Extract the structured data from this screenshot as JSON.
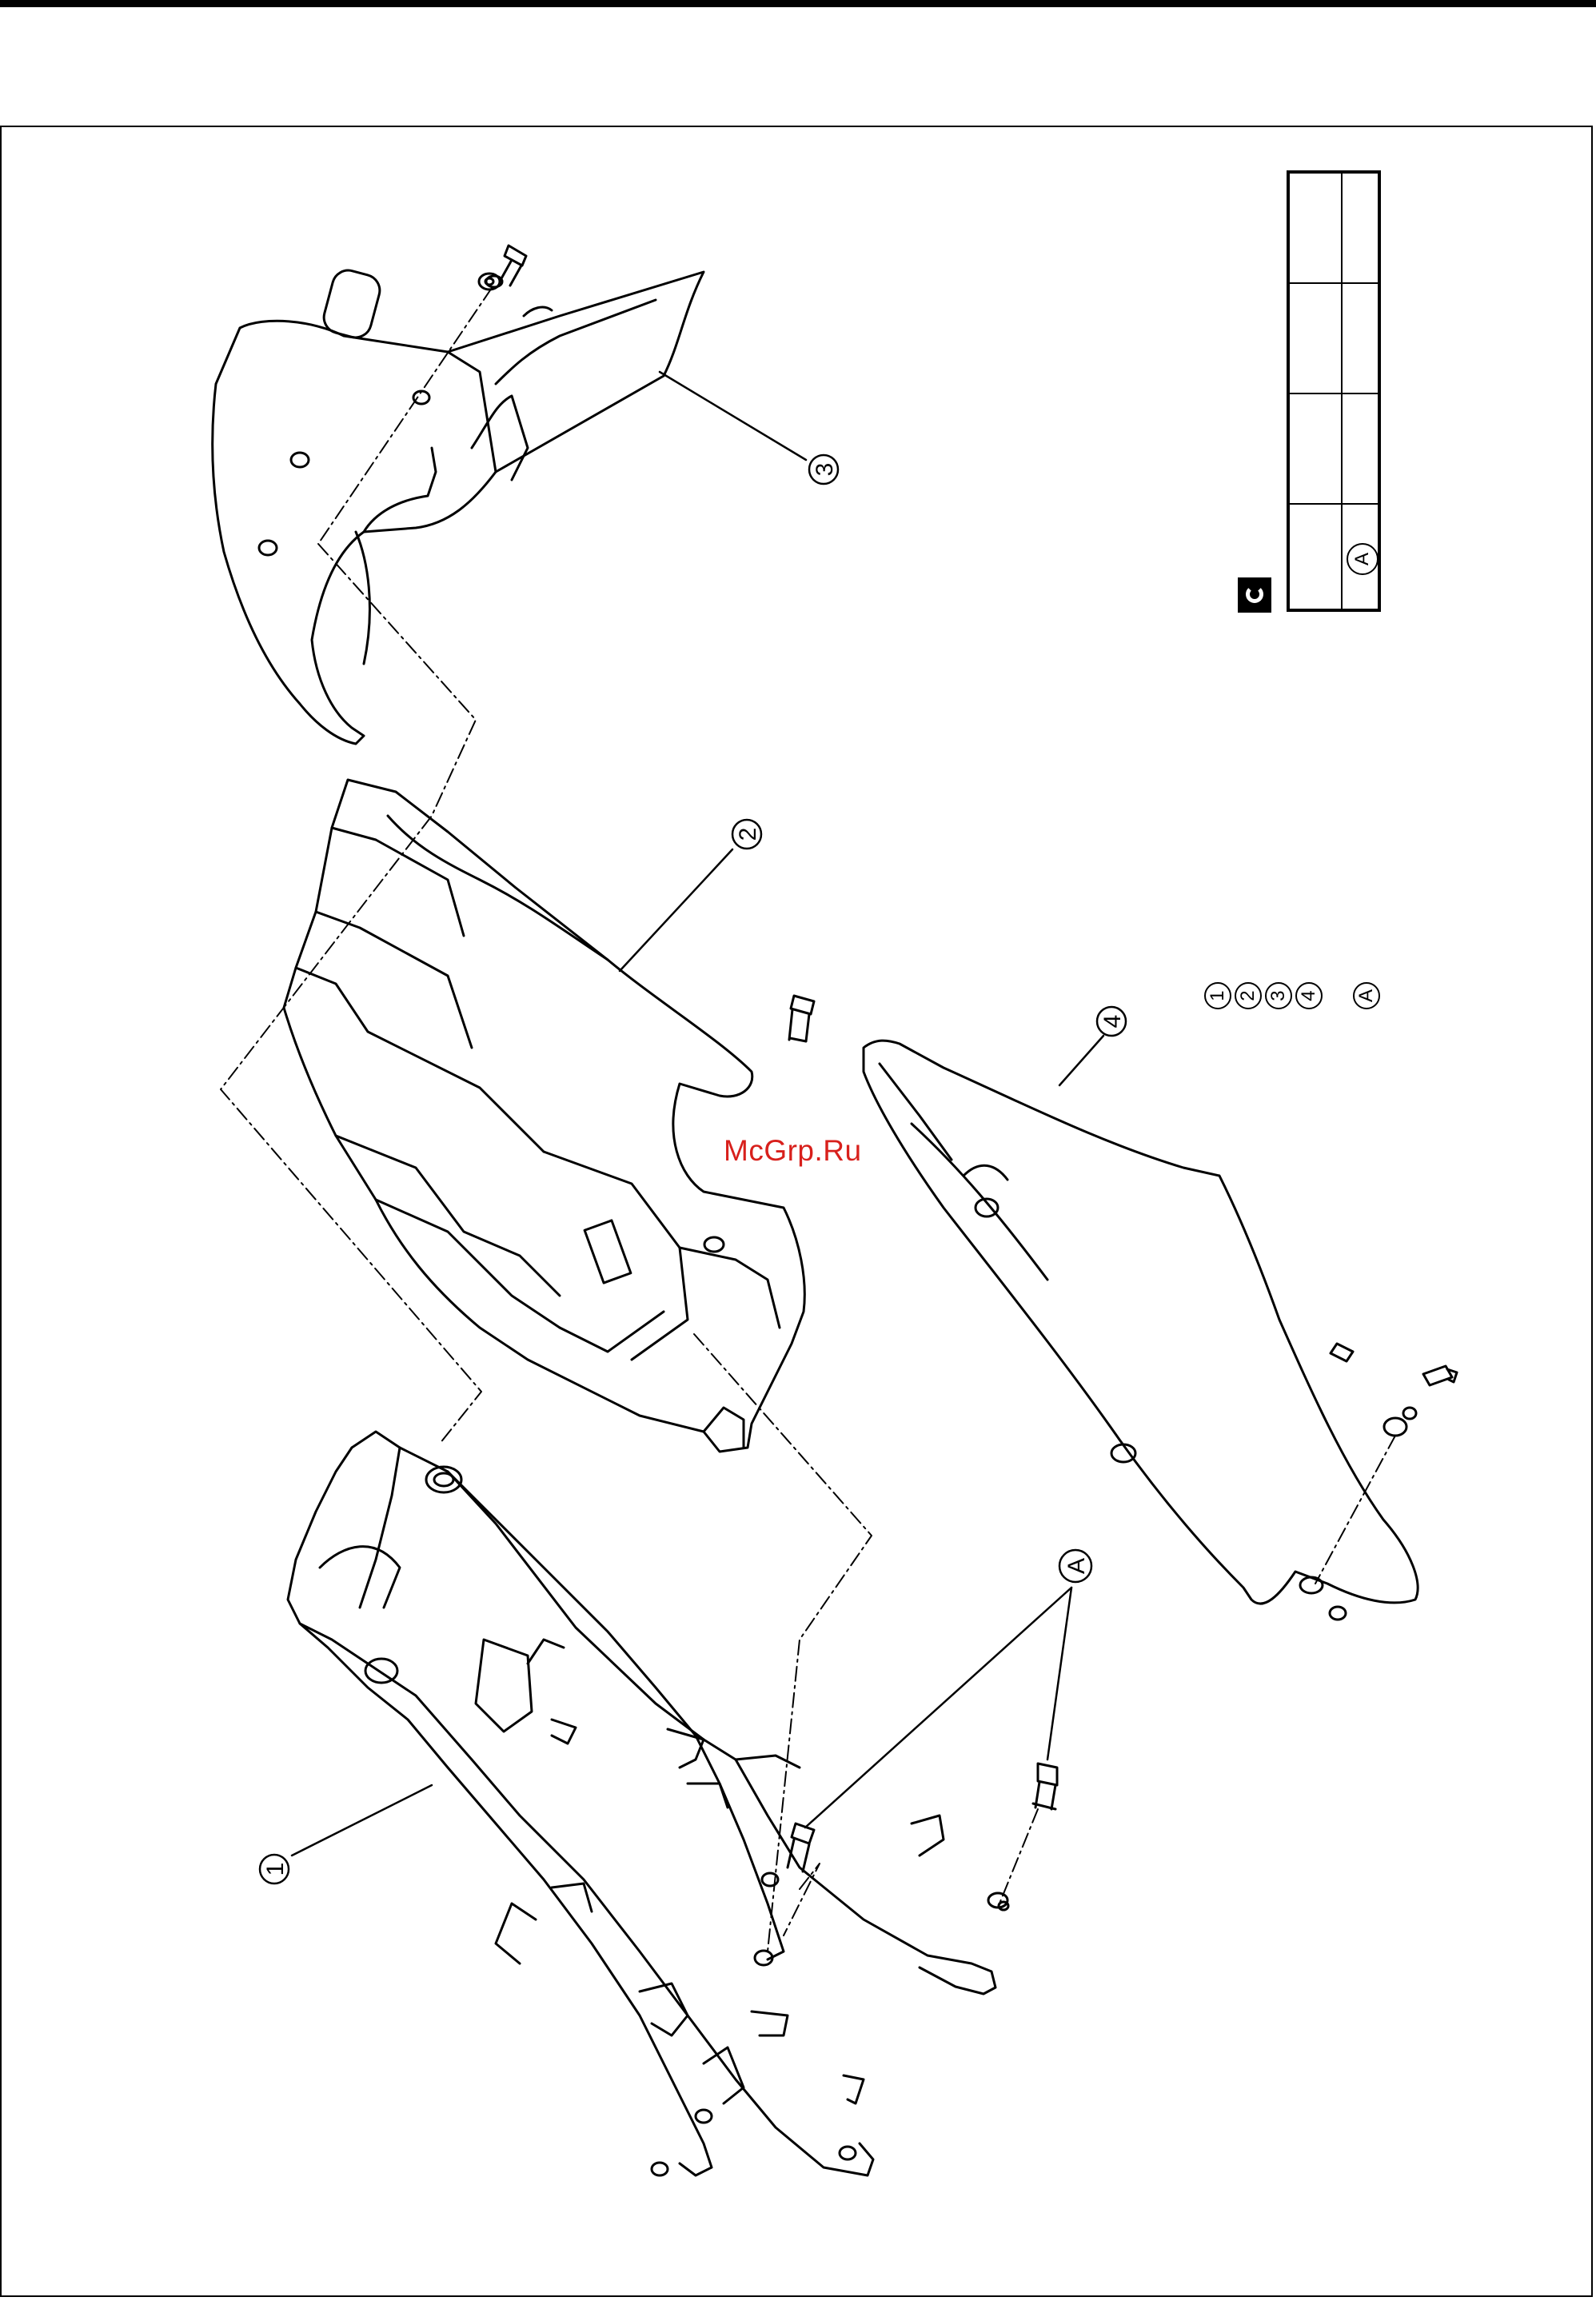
{
  "callouts": [
    {
      "id": "1",
      "label": "1"
    },
    {
      "id": "2",
      "label": "2"
    },
    {
      "id": "3",
      "label": "3"
    },
    {
      "id": "4",
      "label": "4"
    },
    {
      "id": "A",
      "label": "A"
    }
  ],
  "legend": {
    "table_cell": "A",
    "keys": [
      "1",
      "2",
      "3",
      "4",
      "A"
    ]
  },
  "watermark": "McGrp.Ru",
  "icons": [
    "tightening-torque-icon"
  ],
  "colors": {
    "line": "#000000",
    "watermark": "#d8201c",
    "background": "#ffffff"
  }
}
